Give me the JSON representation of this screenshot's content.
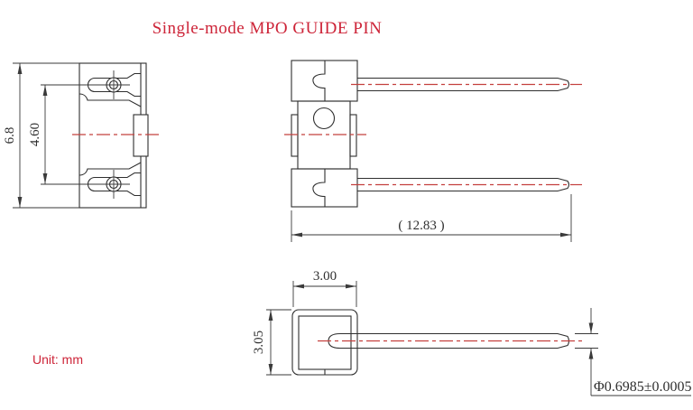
{
  "title": "Single-mode MPO GUIDE PIN",
  "unit_label": "Unit: mm",
  "colors": {
    "background": "#ffffff",
    "line": "#2f2f2f",
    "dim": "#3a3a3a",
    "accent_red": "#cd2438",
    "centerline_red": "#c4403e"
  },
  "front_view": {
    "height_dim": "6.8",
    "hole_spacing_dim": "4.60"
  },
  "side_view": {
    "overall_length_dim": "( 12.83 )"
  },
  "bottom_view": {
    "width_dim": "3.00",
    "height_dim": "3.05",
    "pin_diameter_dim": "Φ0.6985±0.0005"
  }
}
